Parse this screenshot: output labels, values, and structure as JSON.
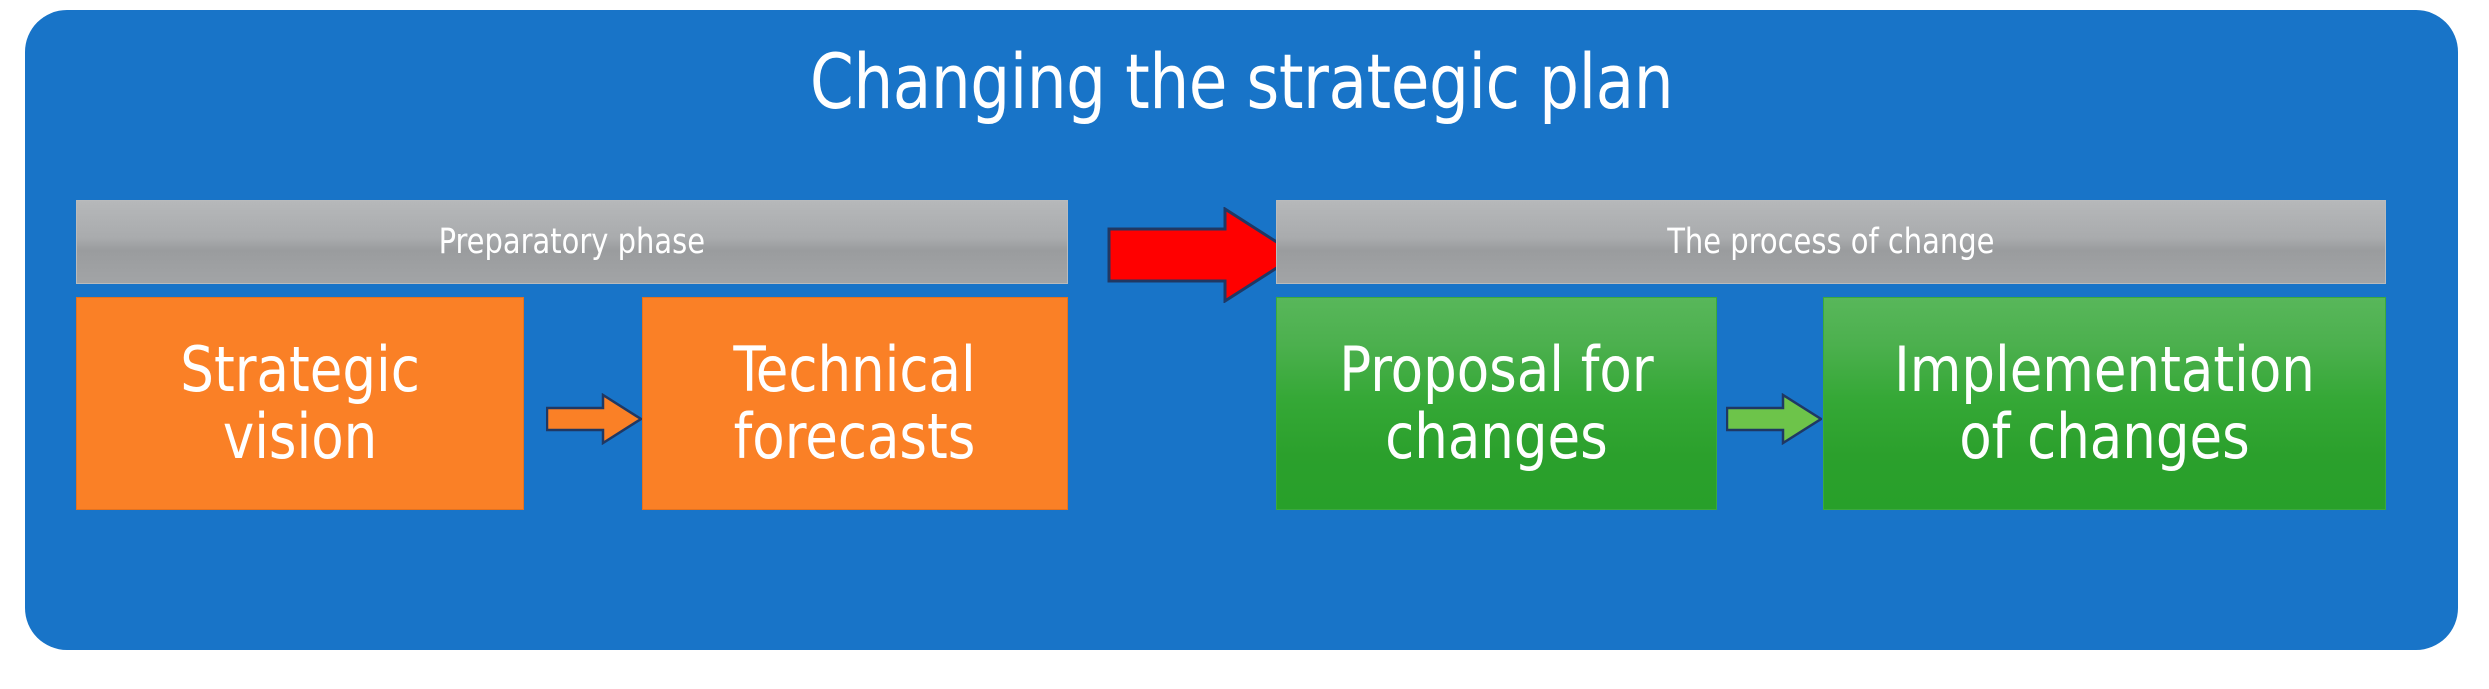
{
  "diagram": {
    "title": "Changing the strategic plan",
    "background_color": "#ffffff",
    "panel_color": "#1874c8",
    "groups": [
      {
        "id": "preparatory",
        "header": "Preparatory phase",
        "header_color": "#a9abad",
        "box_color": "#fa8026",
        "arrow_color": "#fa8026",
        "steps": [
          {
            "label": "Strategic\nvision"
          },
          {
            "label": "Technical\nforecasts"
          }
        ]
      },
      {
        "id": "process-of-change",
        "header": "The process of change",
        "header_color": "#a9abad",
        "box_color": "#35a836",
        "arrow_color": "#6dc44a",
        "steps": [
          {
            "label": "Proposal for\nchanges"
          },
          {
            "label": "Implementation\nof changes"
          }
        ]
      }
    ],
    "connector": {
      "name": "red-arrow",
      "color": "#ff0000",
      "outline_color": "#1f3864",
      "direction": "right"
    }
  }
}
